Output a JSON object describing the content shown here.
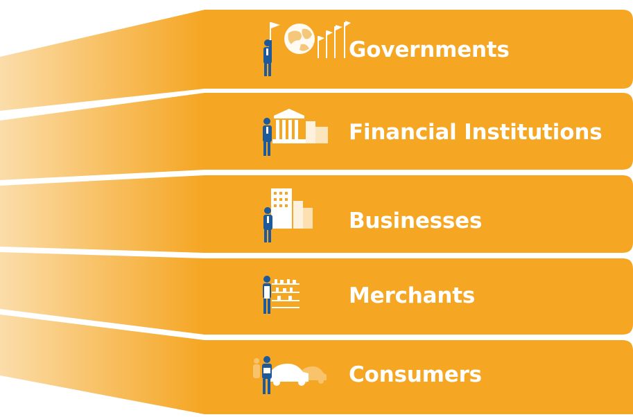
{
  "diagram": {
    "colors": {
      "accent": "#F5A623",
      "fade": "#FBDDAA",
      "figure": "#1E5A99",
      "label": "#FFFFFF"
    },
    "tiers": [
      {
        "label": "Governments",
        "icon": "government-globe-flags-icon"
      },
      {
        "label": "Financial Institutions",
        "icon": "bank-building-icon"
      },
      {
        "label": "Businesses",
        "icon": "office-buildings-icon"
      },
      {
        "label": "Merchants",
        "icon": "merchant-shelves-icon"
      },
      {
        "label": "Consumers",
        "icon": "consumer-cars-icon"
      }
    ]
  }
}
